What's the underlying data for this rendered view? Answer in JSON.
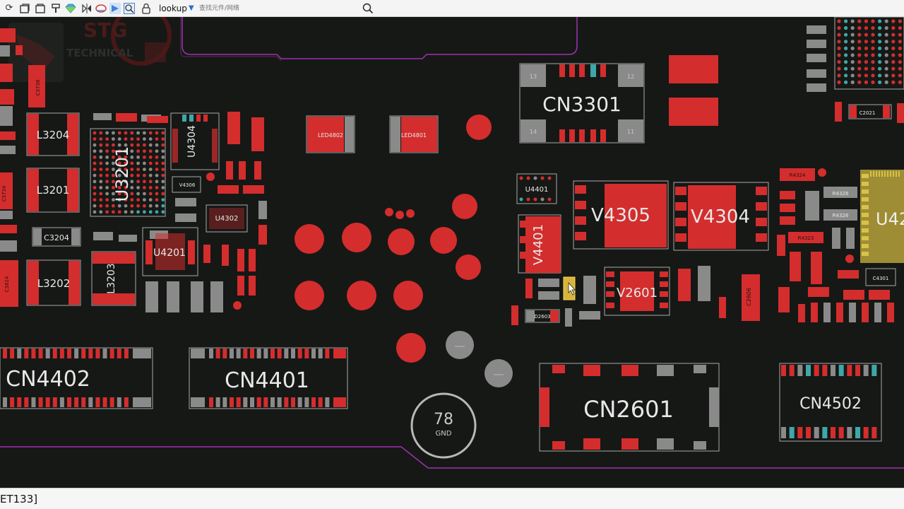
{
  "toolbar": {
    "search_label": "lookup",
    "search_placeholder": "查找元件/网络",
    "icons": [
      "refresh-icon",
      "open-icon",
      "close-icon",
      "brush-icon",
      "gem-icon",
      "flip-icon",
      "layer-icon",
      "select-icon",
      "zoom-fit-icon",
      "lock-icon",
      "search-icon"
    ]
  },
  "watermark": {
    "line1": "STG",
    "line2": "TECHNICAL"
  },
  "colors": {
    "background": "#161816",
    "pad_red": "#d42d2d",
    "pad_grey": "#8a8a8a",
    "pad_teal": "#3fa7a7",
    "outline": "#a8a8a8",
    "highlight": "#d9b43a",
    "board_edge": "#a030b0"
  },
  "components": {
    "cn3301": {
      "name": "CN3301",
      "pin_tl": "13",
      "pin_tr": "12",
      "pin_bl": "14",
      "pin_br": "11"
    },
    "cn4402": "CN4402",
    "cn4401": "CN4401",
    "cn2601": "CN2601",
    "cn4502": "CN4502",
    "v4305": "V4305",
    "v4304": "V4304",
    "v4401": "V4401",
    "v2601": "V2601",
    "u4401": "U4401",
    "u4302": "U4302",
    "u4304": "U4304",
    "u4201": "U4201",
    "u3201": "U3201",
    "u42": "U42",
    "l3204": "L3204",
    "l3201": "L3201",
    "l3202": "L3202",
    "l3203": "L3203",
    "c3204": "C3204",
    "led4802": "LED4802",
    "led4801": "LED4801",
    "v4306": "V4306",
    "c3734": "C3734",
    "c3624": "C3624",
    "c3738": "C3738",
    "r4324": "R4324",
    "r4328": "R4328",
    "r4326": "R4326",
    "r4323": "R4323",
    "c4301": "C4301",
    "d2603": "D2603",
    "c2606": "C2606",
    "c2021": "C2021"
  },
  "gnd_test_point": {
    "number": "78",
    "net": "GND"
  },
  "status": {
    "text": "ET133]"
  }
}
